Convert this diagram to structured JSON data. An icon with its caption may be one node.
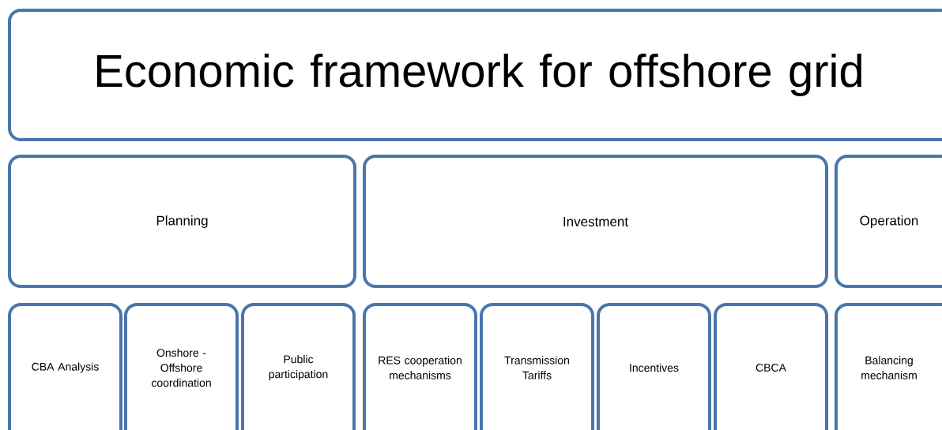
{
  "diagram": {
    "nodes": [
      {
        "text": [
          "Economic framework for offshore grid"
        ]
      },
      {
        "text": [
          "Planning"
        ]
      },
      {
        "text": [
          "Investment"
        ]
      },
      {
        "text": [
          "Operation"
        ]
      },
      {
        "text": [
          "CBA Analysis"
        ]
      },
      {
        "text": [
          "Onshore - Offshore coordination"
        ]
      },
      {
        "text": [
          "Public participation"
        ]
      },
      {
        "text": [
          "RES cooperation mechanisms"
        ]
      },
      {
        "text": [
          "Transmission Tariffs"
        ]
      },
      {
        "text": [
          "Incentives"
        ]
      },
      {
        "text": [
          "CBCA"
        ]
      },
      {
        "text": [
          "Balancing mechanism"
        ]
      }
    ]
  }
}
